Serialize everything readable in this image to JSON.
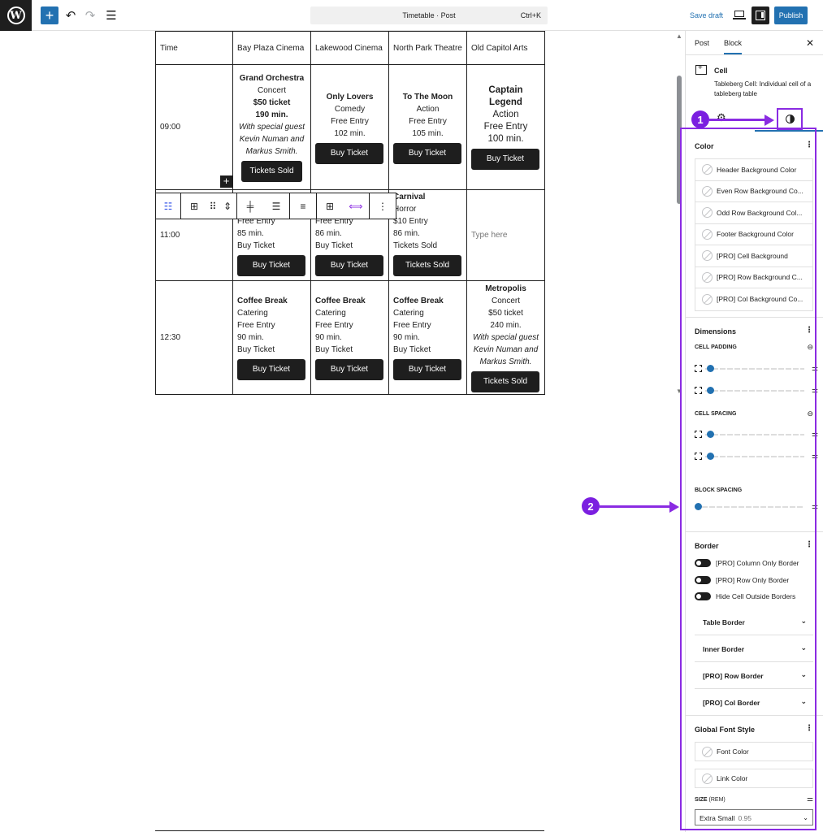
{
  "topbar": {
    "doc_title": "Timetable · Post",
    "shortcut": "Ctrl+K",
    "save_draft": "Save draft",
    "publish": "Publish"
  },
  "table": {
    "headers": [
      "Time",
      "Bay Plaza Cinema",
      "Lakewood Cinema",
      "North Park Theatre",
      "Old Capitol Arts"
    ],
    "rows": [
      {
        "time": "09:00",
        "cells": [
          {
            "title": "Grand Orchestra",
            "type": "Concert",
            "price": "$50 ticket",
            "duration": "190 min.",
            "note1": "With special guest",
            "note2": "Kevin Numan and",
            "note3": "Markus Smith.",
            "button": "Tickets Sold"
          },
          {
            "title": "Only Lovers",
            "type": "Comedy",
            "price": "Free Entry",
            "duration": "102 min.",
            "button": "Buy Ticket"
          },
          {
            "title": "To The Moon",
            "type": "Action",
            "price": "Free Entry",
            "duration": "105 min.",
            "button": "Buy Ticket"
          },
          {
            "title": "Captain Legend",
            "type": "Action",
            "price": "Free Entry",
            "duration": "100 min.",
            "button": "Buy Ticket"
          }
        ]
      },
      {
        "time": "11:00",
        "cells": [
          {
            "price": "Free Entry",
            "duration": "85 min.",
            "link": "Buy Ticket",
            "button": "Buy Ticket"
          },
          {
            "price": "Free Entry",
            "duration": "86 min.",
            "link": "Buy Ticket",
            "button": "Buy Ticket"
          },
          {
            "title": "Carnival",
            "type": "Horror",
            "price": "$10 Entry",
            "duration": "86 min.",
            "link": "Tickets Sold",
            "button": "Tickets Sold"
          },
          {
            "placeholder": "Type here"
          }
        ]
      },
      {
        "time": "12:30",
        "cells": [
          {
            "title": "Coffee Break",
            "type": "Catering",
            "price": "Free Entry",
            "duration": "90 min.",
            "link": "Buy Ticket",
            "button": "Buy Ticket"
          },
          {
            "title": "Coffee Break",
            "type": "Catering",
            "price": "Free Entry",
            "duration": "90 min.",
            "link": "Buy Ticket",
            "button": "Buy Ticket"
          },
          {
            "title": "Coffee Break",
            "type": "Catering",
            "price": "Free Entry",
            "duration": "90 min.",
            "link": "Buy Ticket",
            "button": "Buy Ticket"
          },
          {
            "title": "Metropolis",
            "type": "Concert",
            "price": "$50 ticket",
            "duration": "240 min.",
            "note1": "With special guest",
            "note2": "Kevin Numan and",
            "note3": "Markus Smith.",
            "button": "Tickets Sold"
          }
        ]
      }
    ]
  },
  "sidebar": {
    "tab_post": "Post",
    "tab_block": "Block",
    "block_name": "Cell",
    "block_desc": "Tableberg Cell: Individual cell of a tableberg table",
    "color": {
      "heading": "Color",
      "items": [
        "Header Background Color",
        "Even Row Background Co...",
        "Odd Row Background Col...",
        "Footer Background Color",
        "[PRO] Cell Background",
        "[PRO] Row Background C...",
        "[PRO] Col Background Co..."
      ]
    },
    "dimensions": {
      "heading": "Dimensions",
      "cell_padding": "CELL PADDING",
      "cell_spacing": "CELL SPACING",
      "block_spacing": "BLOCK SPACING"
    },
    "border": {
      "heading": "Border",
      "toggles": [
        "[PRO] Column Only Border",
        "[PRO] Row Only Border",
        "Hide Cell Outside Borders"
      ],
      "sections": [
        "Table Border",
        "Inner Border",
        "[PRO] Row Border",
        "[PRO] Col Border"
      ]
    },
    "font": {
      "heading": "Global Font Style",
      "font_color": "Font Color",
      "link_color": "Link Color",
      "size_label": "SIZE",
      "size_unit": "(REM)",
      "size_value": "Extra Small",
      "size_number": "0.95"
    }
  },
  "annotations": {
    "marker1": "1",
    "marker2": "2"
  },
  "colors": {
    "accent": "#2271b1",
    "annotation": "#8a2be2",
    "dark": "#1e1e1e"
  }
}
